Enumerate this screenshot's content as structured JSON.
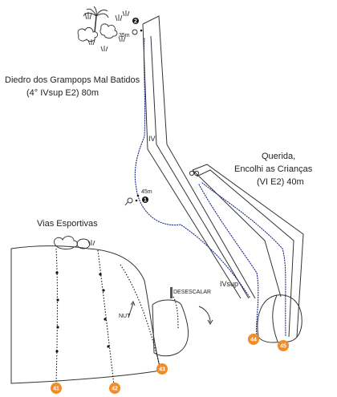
{
  "routes": {
    "diedro": {
      "name": "Diedro dos Grampops Mal Batidos",
      "grade": "(4° IVsup E2) 80m"
    },
    "querida": {
      "name_line1": "Querida,",
      "name_line2": "Encolhi as Crianças",
      "grade": "(VI E2) 40m"
    },
    "esportivas": {
      "name": "Vias Esportivas"
    }
  },
  "annotations": {
    "grade_iv": "IV",
    "grade_ivsup": "IVsup",
    "belay_1": "45m",
    "belay_2": "35m",
    "nut": "NUT",
    "descend": "DESESCALAR",
    "pitch_1": "1",
    "pitch_2": "2"
  },
  "route_numbers": [
    "41",
    "42",
    "43",
    "44",
    "45"
  ],
  "colors": {
    "route_number_bg": "#f28c28",
    "route_line": "#1c2a8c",
    "ink": "#333333"
  },
  "icons": [
    "palm-tree-icon",
    "grass-tuft-icon",
    "bush-icon",
    "ring-anchor-icon",
    "arrow-down-icon"
  ]
}
